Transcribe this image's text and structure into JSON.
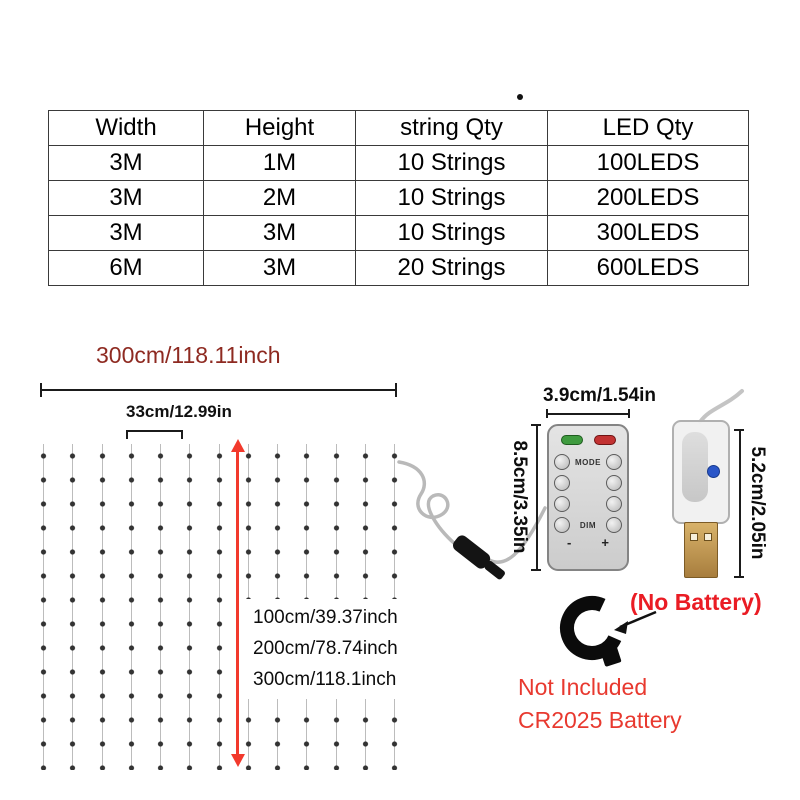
{
  "spec_table": {
    "headers": [
      "Width",
      "Height",
      "string Qty",
      "LED Qty"
    ],
    "rows": [
      [
        "3M",
        "1M",
        "10 Strings",
        "100LEDS"
      ],
      [
        "3M",
        "2M",
        "10 Strings",
        "200LEDS"
      ],
      [
        "3M",
        "3M",
        "10 Strings",
        "300LEDS"
      ],
      [
        "6M",
        "3M",
        "20 Strings",
        "600LEDS"
      ]
    ]
  },
  "curtain_diagram": {
    "width_label": "300cm/118.11inch",
    "spacing_label": "33cm/12.99in",
    "height_labels": [
      "100cm/39.37inch",
      "200cm/78.74inch",
      "300cm/118.1inch"
    ]
  },
  "controller": {
    "remote_width_label": "3.9cm/1.54in",
    "remote_height_label": "8.5cm/3.35in",
    "usb_height_label": "5.2cm/2.05in",
    "mode_label": "MODE",
    "dim_label": "DIM",
    "minus_label": "-",
    "plus_label": "+"
  },
  "battery_note": {
    "no_battery": "(No Battery)",
    "line1": "Not Included",
    "line2": "CR2025 Battery"
  },
  "colors": {
    "width_label_red": "#8e2a21",
    "arrow_red": "#f2392c",
    "note_red": "#e8392f",
    "no_battery_red": "#ea1c24",
    "usb_button_blue": "#2a56c8",
    "remote_green": "#3f9b3f",
    "remote_red": "#c23232"
  }
}
